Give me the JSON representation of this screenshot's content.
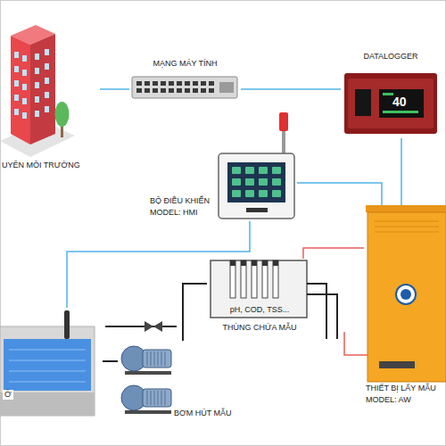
{
  "diagram": {
    "nodes": [
      {
        "text": [
          "UYÊN MÔI TRƯỜNG"
        ]
      },
      {
        "text": [
          "MẠNG MÁY TÍNH"
        ]
      },
      {
        "text": [
          "DATALOGGER"
        ]
      },
      {
        "text": [
          "BỘ ĐIỀU KHIỂN",
          "MODEL: HMI"
        ]
      },
      {
        "text": [
          "pH, COD, TSS...",
          "THÙNG CHỨA MẪU"
        ]
      },
      {
        "text": [
          "Ở"
        ]
      },
      {
        "text": [
          "BƠM HÚT MẪU"
        ]
      },
      {
        "text": [
          "THIẾT BỊ LẤY MẪU",
          "MODEL: AW"
        ]
      }
    ],
    "edges": [
      {
        "from": 0,
        "to": 1,
        "arrow": "none"
      },
      {
        "from": 1,
        "to": 2,
        "arrow": "none"
      },
      {
        "from": 2,
        "to": 7,
        "arrow": "none"
      },
      {
        "from": 3,
        "to": 7,
        "arrow": "none"
      },
      {
        "from": 3,
        "to": 5,
        "arrow": "none"
      },
      {
        "from": 7,
        "to": 4,
        "arrow": "none"
      },
      {
        "from": 5,
        "to": 6,
        "arrow": "none"
      },
      {
        "from": 6,
        "to": 4,
        "arrow": "none"
      }
    ],
    "labels": [
      "40"
    ]
  }
}
